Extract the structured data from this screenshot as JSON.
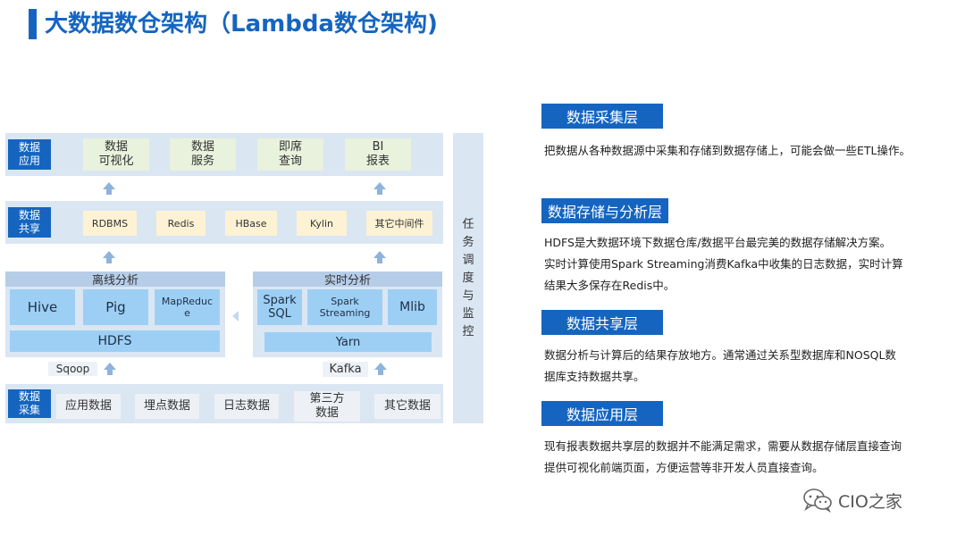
{
  "title": "大数据数仓架构（Lambda数仓架构)",
  "diagram": {
    "layers": {
      "application": {
        "tag": "数据\n应用",
        "items": [
          "数据\n可视化",
          "数据\n服务",
          "即席\n查询",
          "BI\n报表"
        ]
      },
      "sharing": {
        "tag": "数据\n共享",
        "items": [
          "RDBMS",
          "Redis",
          "HBase",
          "Kylin",
          "其它中间件"
        ]
      },
      "offline": {
        "header": "离线分析",
        "items": [
          "Hive",
          "Pig",
          "MapReduc\ne"
        ],
        "base": "HDFS",
        "tool": "Sqoop"
      },
      "realtime": {
        "header": "实时分析",
        "items": [
          "Spark\nSQL",
          "Spark\nStreaming",
          "Mlib"
        ],
        "base": "Yarn",
        "tool": "Kafka"
      },
      "collection": {
        "tag": "数据\n采集",
        "items": [
          "应用数据",
          "埋点数据",
          "日志数据",
          "第三方\n数据",
          "其它数据"
        ]
      }
    },
    "scheduler": "任\n务\n调\n度\n与\n监\n控"
  },
  "sections": [
    {
      "heading": "数据采集层",
      "lines": [
        "把数据从各种数据源中采集和存储到数据存储上，可能会做一些ETL操作。"
      ]
    },
    {
      "heading": "数据存储与分析层",
      "lines": [
        "HDFS是大数据环境下数据仓库/数据平台最完美的数据存储解决方案。",
        "实时计算使用Spark Streaming消费Kafka中收集的日志数据，实时计算",
        "结果大多保存在Redis中。"
      ]
    },
    {
      "heading": "数据共享层",
      "lines": [
        "数据分析与计算后的结果存放地方。通常通过关系型数据库和NOSQL数",
        "据库支持数据共享。"
      ]
    },
    {
      "heading": "数据应用层",
      "lines": [
        "现有报表数据共享层的数据并不能满足需求，需要从数据存储层直接查询",
        "提供可视化前端页面，方便运营等非开发人员直接查询。"
      ]
    }
  ],
  "watermark": "CIO之家",
  "wechat_icon": "wechat-icon",
  "colors": {
    "accent": "#1565c0",
    "panel": "#dbe6f3",
    "compute": "#9dcff5",
    "app": "#e8f2dc",
    "share": "#fdf2d4"
  }
}
